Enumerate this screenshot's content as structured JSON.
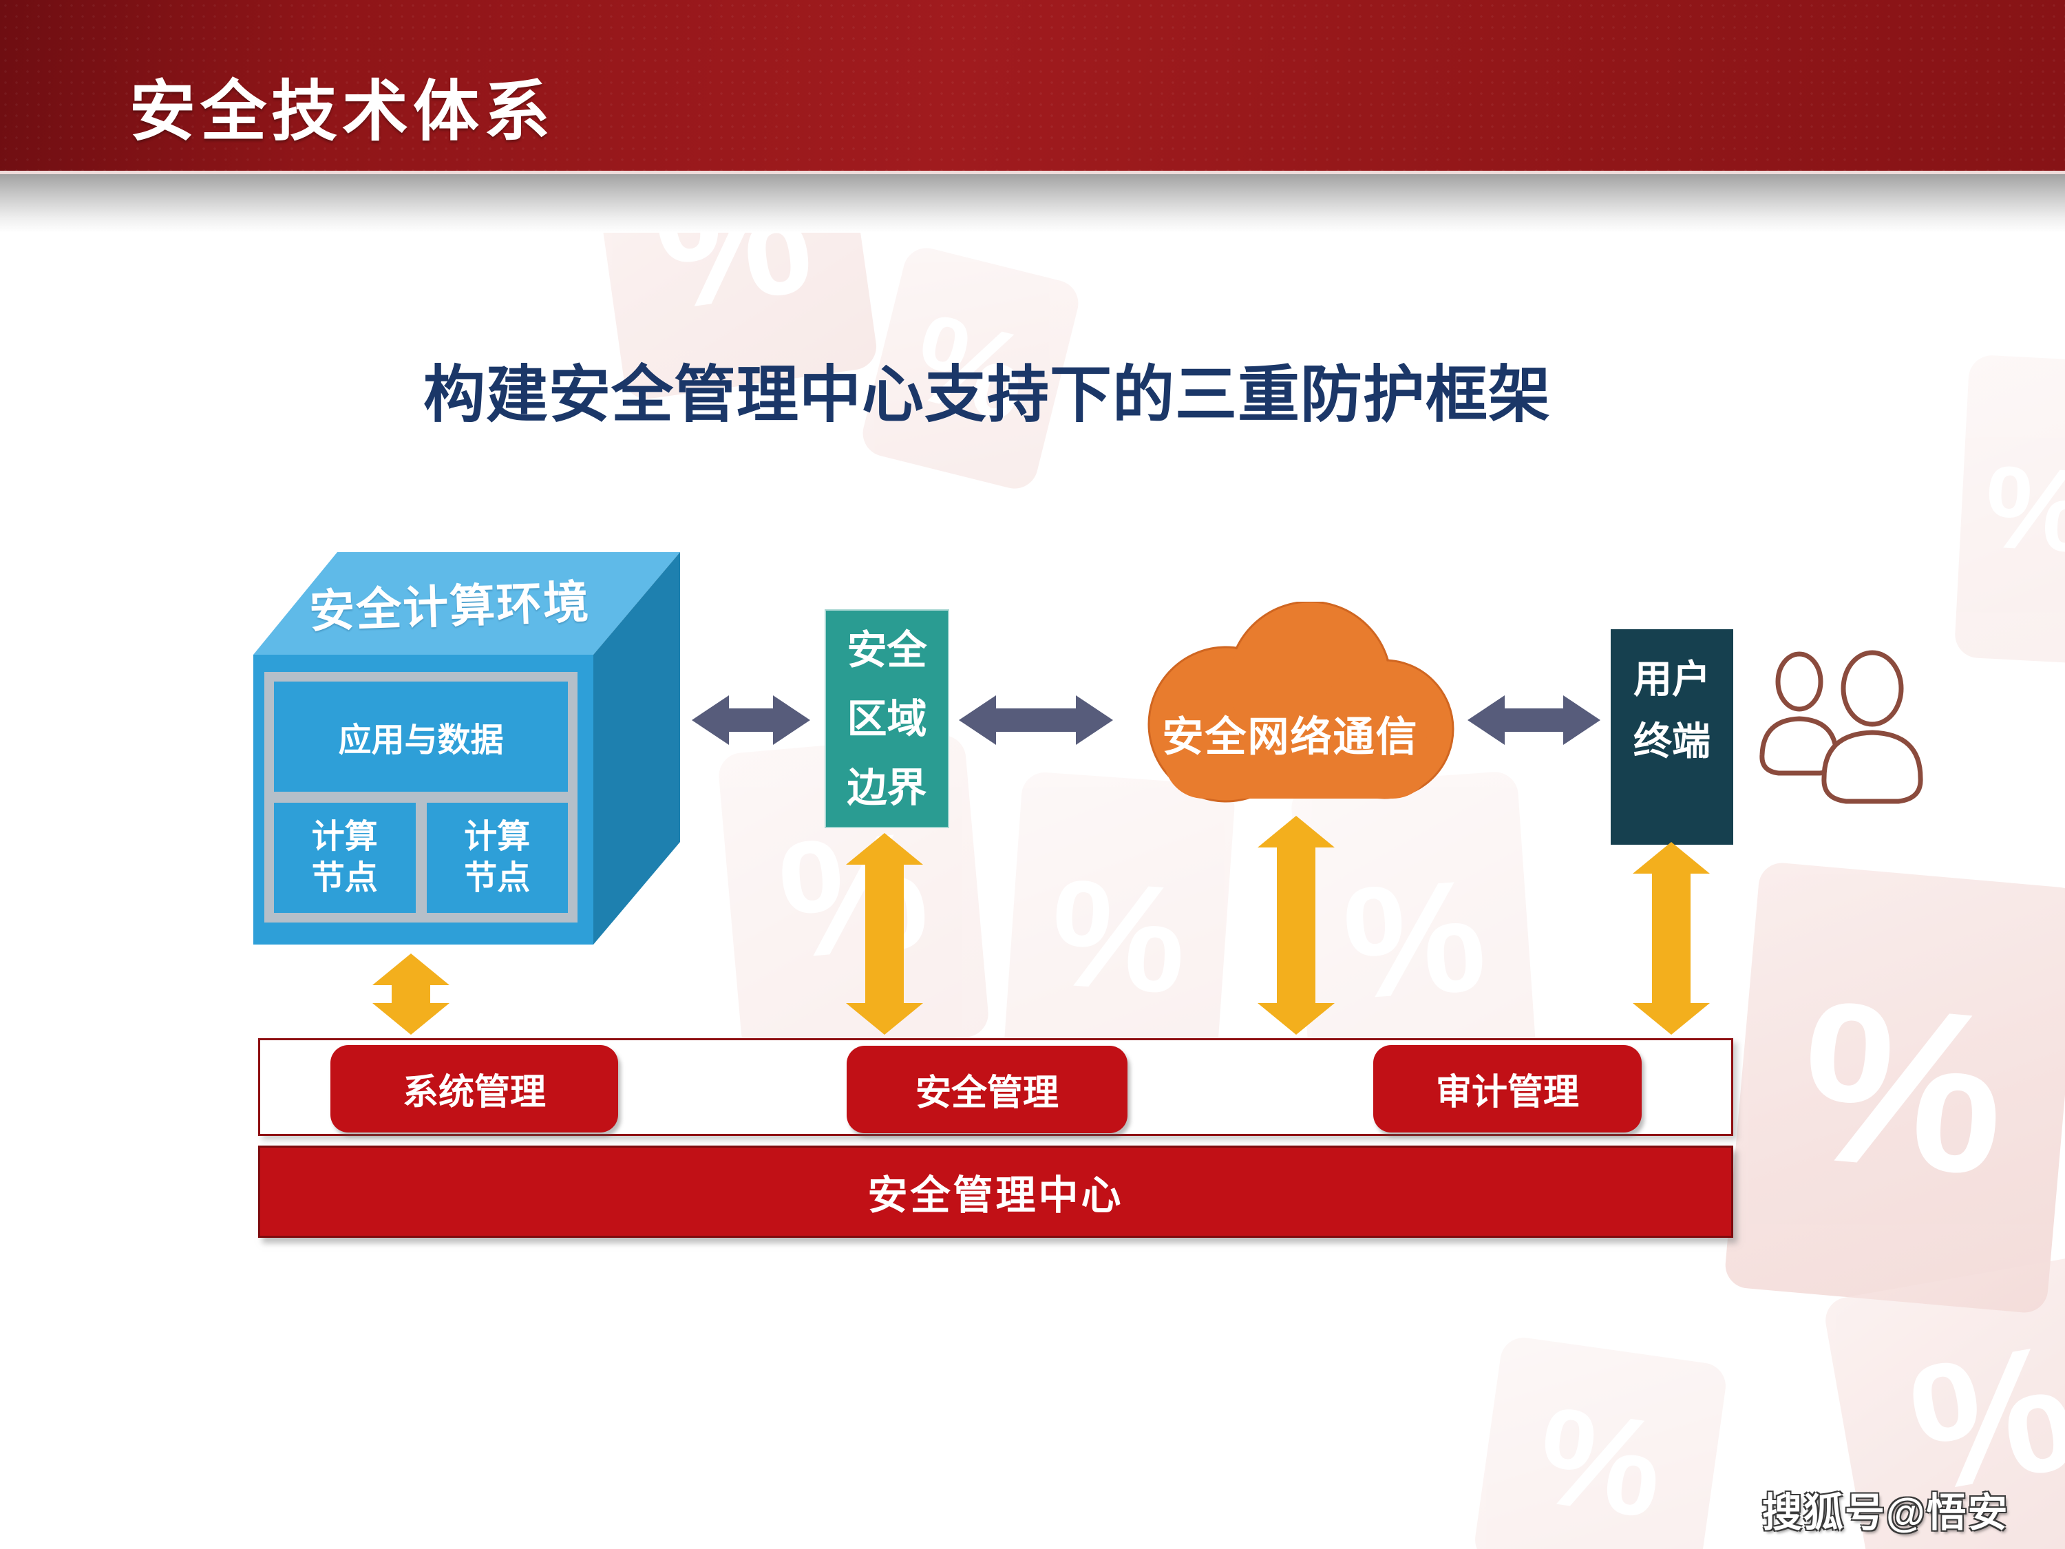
{
  "slide": {
    "header_title": "安全技术体系",
    "heading": "构建安全管理中心支持下的三重防护框架",
    "credit": "搜狐号@悟安"
  },
  "cube": {
    "title": "安全计算环境",
    "app_cell": "应用与数据",
    "nodes": [
      {
        "lines": [
          "计算",
          "节点"
        ]
      },
      {
        "lines": [
          "计算",
          "节点"
        ]
      }
    ]
  },
  "boundary": {
    "lines": [
      "安全",
      "区域",
      "边界"
    ]
  },
  "cloud": {
    "label": "安全网络通信"
  },
  "terminal": {
    "lines": [
      "用户",
      "终端"
    ]
  },
  "management": {
    "buttons": [
      "系统管理",
      "安全管理",
      "审计管理"
    ],
    "center_label": "安全管理中心"
  },
  "watermark": {
    "symbol": "%"
  },
  "colors": {
    "banner_red": "#9a181b",
    "banner_divider": "#efdbda",
    "heading_navy": "#1b3768",
    "cube_front_blue": "#2e9fd8",
    "cube_top_blue": "#5fbae8",
    "cube_side_blue": "#1e80af",
    "cube_panel_gray": "#b5bfc9",
    "boundary_teal": "#2a9c92",
    "cloud_orange": "#e87c2e",
    "terminal_dark": "#16404f",
    "slate_arrow": "#575c7b",
    "yellow_arrow": "#f3af1d",
    "management_red": "#c11016",
    "users_outline": "#8b4b3d"
  }
}
